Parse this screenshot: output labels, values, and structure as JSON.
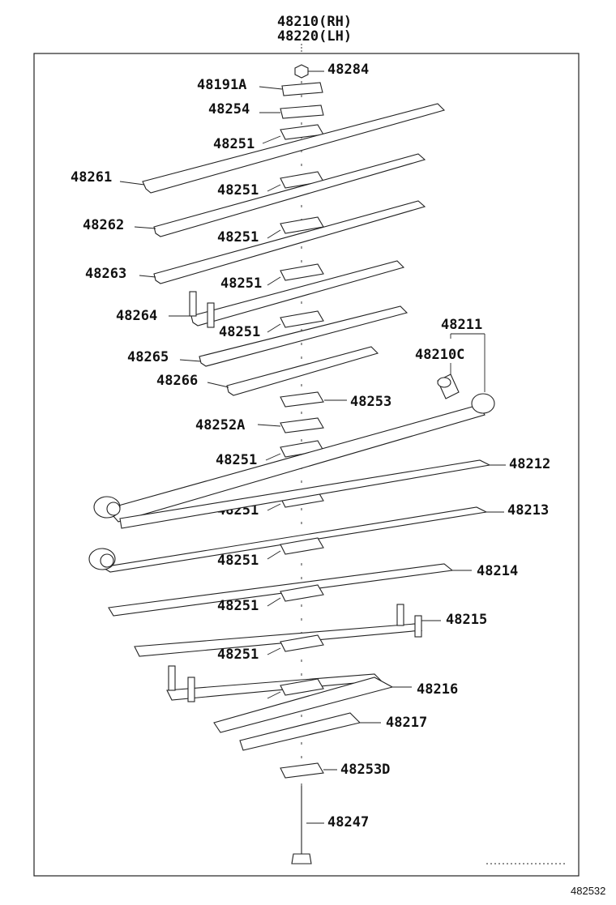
{
  "diagram": {
    "title_lines": [
      "48210(RH)",
      "48220(LH)"
    ],
    "code": "482532",
    "labels": {
      "L48284": "48284",
      "L48191A": "48191A",
      "L48254": "48254",
      "L48251_1": "48251",
      "L48261": "48261",
      "L48251_2": "48251",
      "L48262": "48262",
      "L48251_3": "48251",
      "L48263": "48263",
      "L48251_4": "48251",
      "L48264": "48264",
      "L48251_5": "48251",
      "L48265": "48265",
      "L48266": "48266",
      "L48211": "48211",
      "L48210C": "48210C",
      "L48253": "48253",
      "L48252A": "48252A",
      "L48251_6": "48251",
      "L48212": "48212",
      "L48251_7": "48251",
      "L48213": "48213",
      "L48251_8": "48251",
      "L48214": "48214",
      "L48251_9": "48251",
      "L48215": "48215",
      "L48251_10": "48251",
      "L48216": "48216",
      "L48217": "48217",
      "L48253D": "48253D",
      "L48247": "48247"
    }
  }
}
